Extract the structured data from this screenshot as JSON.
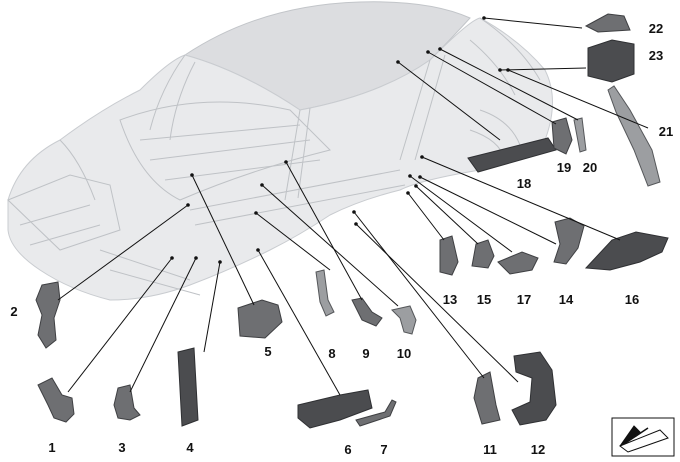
{
  "labels": {
    "p1": "1",
    "p2": "2",
    "p3": "3",
    "p4": "4",
    "p5": "5",
    "p6": "6",
    "p7": "7",
    "p8": "8",
    "p9": "9",
    "p10": "10",
    "p11": "11",
    "p12": "12",
    "p13": "13",
    "p14": "14",
    "p15": "15",
    "p16": "16",
    "p17": "17",
    "p18": "18",
    "p19": "19",
    "p20": "20",
    "p21": "21",
    "p22": "22",
    "p23": "23"
  },
  "colors": {
    "body": "#e9eaec",
    "body_outline": "#bfc2c6",
    "part": "#6e6f72",
    "leader": "#111111"
  },
  "icons": {
    "orientation": "view-direction-arrow-icon"
  }
}
